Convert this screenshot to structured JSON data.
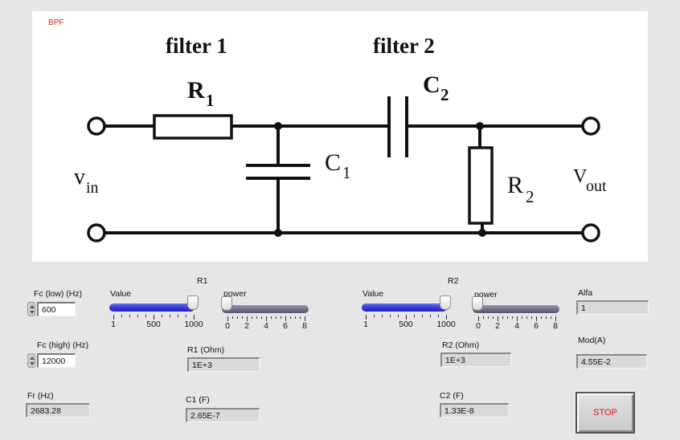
{
  "diagram": {
    "tag": "BPF",
    "filter1_label": "filter 1",
    "filter2_label": "filter 2",
    "r1_label": "R",
    "r1_sub": "1",
    "c1_label": "C",
    "c1_sub": "1",
    "c2_label": "C",
    "c2_sub": "2",
    "r2_label": "R",
    "r2_sub": "2",
    "vin_label": "v",
    "vin_sub": "in",
    "vout_label": "V",
    "vout_sub": "out"
  },
  "left": {
    "fc_low_label": "Fc (low) (Hz)",
    "fc_low_value": "600",
    "fc_high_label": "Fc (high) (Hz)",
    "fc_high_value": "12000",
    "fr_label": "Fr (Hz)",
    "fr_value": "2683.28"
  },
  "r1_group": {
    "title": "R1",
    "value_label": "Value",
    "value_scale": [
      "1",
      "500",
      "1000"
    ],
    "value_fraction": 1.0,
    "power_label": "power",
    "power_scale": [
      "0",
      "2",
      "4",
      "6",
      "8"
    ],
    "power_value": 0,
    "ohm_label": "R1 (Ohm)",
    "ohm_value": "1E+3",
    "cap_label": "C1 (F)",
    "cap_value": "2.65E-7"
  },
  "r2_group": {
    "title": "R2",
    "value_label": "Value",
    "value_scale": [
      "1",
      "500",
      "1000"
    ],
    "value_fraction": 1.0,
    "power_label": "power",
    "power_scale": [
      "0",
      "2",
      "4",
      "6",
      "8"
    ],
    "power_value": 0,
    "ohm_label": "R2 (Ohm)",
    "ohm_value": "1E+3",
    "cap_label": "C2 (F)",
    "cap_value": "1.33E-8"
  },
  "right": {
    "alfa_label": "Alfa",
    "alfa_value": "1",
    "mod_label": "Mod(A)",
    "mod_value": "4.55E-2",
    "stop_label": "STOP"
  },
  "colors": {
    "slider_fill": "#3034d6",
    "power_fill": "#6b6985",
    "stop_text": "#e01010",
    "tag_text": "#e02020"
  }
}
